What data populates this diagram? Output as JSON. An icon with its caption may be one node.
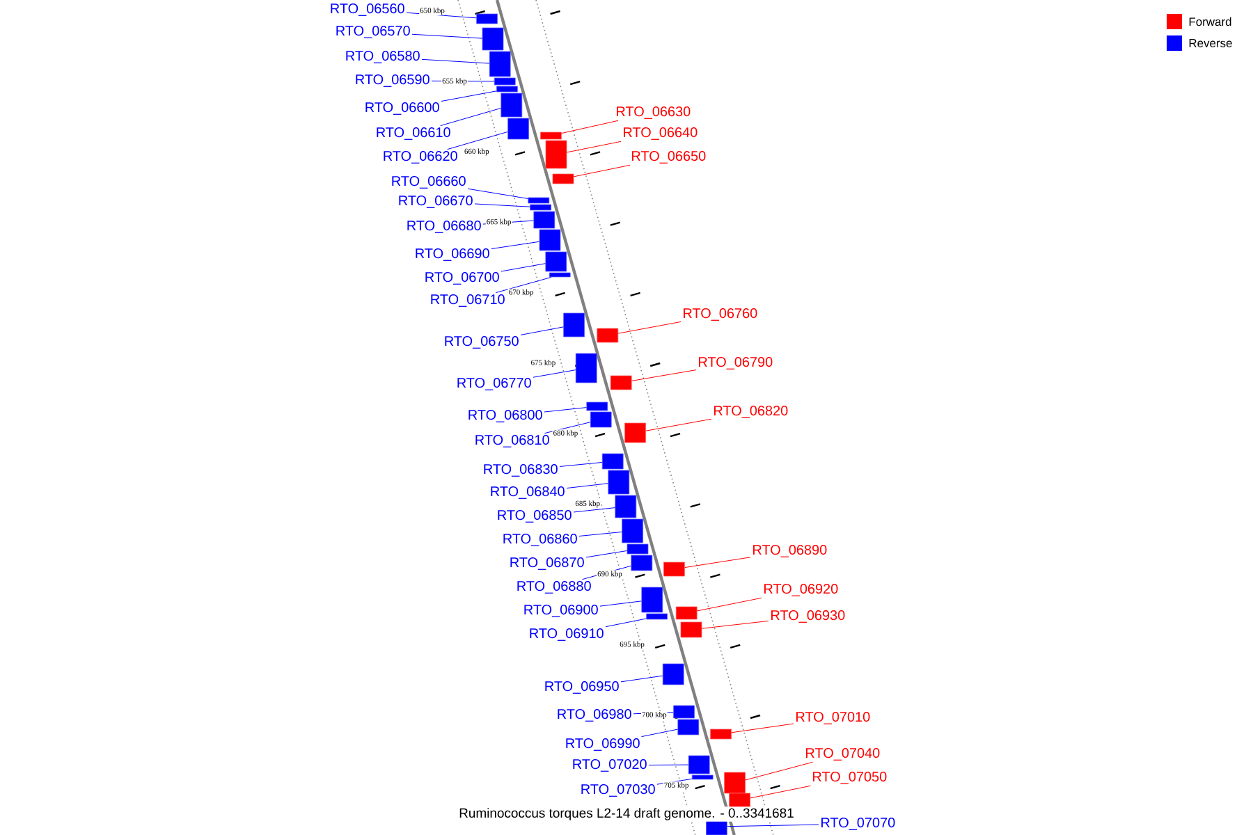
{
  "diagram": {
    "title": "Ruminococcus torques L2-14 draft genome. - 0..3341681",
    "nodes": [
      {
        "text": [
          "RTO_06560"
        ]
      },
      {
        "text": [],
        "shape": "bar"
      },
      {
        "text": [
          "RTO_06570"
        ]
      },
      {
        "text": [],
        "shape": "bar"
      },
      {
        "text": [
          "RTO_06580"
        ]
      },
      {
        "text": [],
        "shape": "bar"
      },
      {
        "text": [
          "RTO_06590"
        ]
      },
      {
        "text": [],
        "shape": "bar"
      },
      {
        "text": [
          "RTO_06600"
        ]
      },
      {
        "text": [],
        "shape": "bar"
      },
      {
        "text": [
          "RTO_06610"
        ]
      },
      {
        "text": [],
        "shape": "bar"
      },
      {
        "text": [
          "RTO_06620"
        ]
      },
      {
        "text": [],
        "shape": "bar"
      },
      {
        "text": [
          "RTO_06630"
        ]
      },
      {
        "text": [],
        "shape": "bar"
      },
      {
        "text": [
          "RTO_06640"
        ]
      },
      {
        "text": [],
        "shape": "bar"
      },
      {
        "text": [
          "RTO_06650"
        ]
      },
      {
        "text": [],
        "shape": "bar"
      },
      {
        "text": [
          "RTO_06660"
        ]
      },
      {
        "text": [],
        "shape": "bar"
      },
      {
        "text": [
          "RTO_06670"
        ]
      },
      {
        "text": [],
        "shape": "bar"
      },
      {
        "text": [
          "RTO_06680"
        ]
      },
      {
        "text": [],
        "shape": "bar"
      },
      {
        "text": [
          "RTO_06690"
        ]
      },
      {
        "text": [],
        "shape": "bar"
      },
      {
        "text": [
          "RTO_06700"
        ]
      },
      {
        "text": [],
        "shape": "bar"
      },
      {
        "text": [
          "RTO_06710"
        ]
      },
      {
        "text": [],
        "shape": "bar"
      },
      {
        "text": [
          "RTO_06750"
        ]
      },
      {
        "text": [],
        "shape": "bar"
      },
      {
        "text": [
          "RTO_06760"
        ]
      },
      {
        "text": [],
        "shape": "bar"
      },
      {
        "text": [
          "RTO_06770"
        ]
      },
      {
        "text": [],
        "shape": "bar"
      },
      {
        "text": [
          "RTO_06790"
        ]
      },
      {
        "text": [],
        "shape": "bar"
      },
      {
        "text": [
          "RTO_06800"
        ]
      },
      {
        "text": [],
        "shape": "bar"
      },
      {
        "text": [
          "RTO_06810"
        ]
      },
      {
        "text": [],
        "shape": "bar"
      },
      {
        "text": [
          "RTO_06820"
        ]
      },
      {
        "text": [],
        "shape": "bar"
      },
      {
        "text": [
          "RTO_06830"
        ]
      },
      {
        "text": [],
        "shape": "bar"
      },
      {
        "text": [
          "RTO_06840"
        ]
      },
      {
        "text": [],
        "shape": "bar"
      },
      {
        "text": [
          "RTO_06850"
        ]
      },
      {
        "text": [],
        "shape": "bar"
      },
      {
        "text": [
          "RTO_06860"
        ]
      },
      {
        "text": [],
        "shape": "bar"
      },
      {
        "text": [
          "RTO_06870"
        ]
      },
      {
        "text": [],
        "shape": "bar"
      },
      {
        "text": [
          "RTO_06880"
        ]
      },
      {
        "text": [],
        "shape": "bar"
      },
      {
        "text": [
          "RTO_06890"
        ]
      },
      {
        "text": [],
        "shape": "bar"
      },
      {
        "text": [
          "RTO_06900"
        ]
      },
      {
        "text": [],
        "shape": "bar"
      },
      {
        "text": [
          "RTO_06910"
        ]
      },
      {
        "text": [],
        "shape": "bar"
      },
      {
        "text": [
          "RTO_06920"
        ]
      },
      {
        "text": [],
        "shape": "bar"
      },
      {
        "text": [
          "RTO_06930"
        ]
      },
      {
        "text": [],
        "shape": "bar"
      },
      {
        "text": [
          "RTO_06950"
        ]
      },
      {
        "text": [],
        "shape": "bar"
      },
      {
        "text": [
          "RTO_06980"
        ]
      },
      {
        "text": [],
        "shape": "bar"
      },
      {
        "text": [
          "RTO_06990"
        ]
      },
      {
        "text": [],
        "shape": "bar"
      },
      {
        "text": [
          "RTO_07010"
        ]
      },
      {
        "text": [],
        "shape": "bar"
      },
      {
        "text": [
          "RTO_07020"
        ]
      },
      {
        "text": [],
        "shape": "bar"
      },
      {
        "text": [
          "RTO_07030"
        ]
      },
      {
        "text": [],
        "shape": "bar"
      },
      {
        "text": [
          "RTO_07040"
        ]
      },
      {
        "text": [],
        "shape": "bar"
      },
      {
        "text": [
          "RTO_07050"
        ]
      },
      {
        "text": [],
        "shape": "bar"
      },
      {
        "text": [
          "RTO_07070"
        ]
      },
      {
        "text": [],
        "shape": "bar"
      }
    ],
    "edges": [
      {
        "from": 0,
        "to": 1,
        "arrow": "none"
      },
      {
        "from": 2,
        "to": 3,
        "arrow": "none"
      },
      {
        "from": 4,
        "to": 5,
        "arrow": "none"
      },
      {
        "from": 6,
        "to": 7,
        "arrow": "none"
      },
      {
        "from": 8,
        "to": 9,
        "arrow": "none"
      },
      {
        "from": 10,
        "to": 11,
        "arrow": "none"
      },
      {
        "from": 12,
        "to": 13,
        "arrow": "none"
      },
      {
        "from": 14,
        "to": 15,
        "arrow": "none",
        "color": "#ff0000"
      },
      {
        "from": 16,
        "to": 17,
        "arrow": "none",
        "color": "#ff0000"
      },
      {
        "from": 18,
        "to": 19,
        "arrow": "none",
        "color": "#ff0000"
      },
      {
        "from": 20,
        "to": 21,
        "arrow": "none"
      },
      {
        "from": 22,
        "to": 23,
        "arrow": "none"
      },
      {
        "from": 24,
        "to": 25,
        "arrow": "none"
      },
      {
        "from": 26,
        "to": 27,
        "arrow": "none"
      },
      {
        "from": 28,
        "to": 29,
        "arrow": "none"
      },
      {
        "from": 30,
        "to": 31,
        "arrow": "none"
      },
      {
        "from": 32,
        "to": 33,
        "arrow": "none"
      },
      {
        "from": 34,
        "to": 35,
        "arrow": "none",
        "color": "#ff0000"
      },
      {
        "from": 36,
        "to": 37,
        "arrow": "none"
      },
      {
        "from": 38,
        "to": 39,
        "arrow": "none",
        "color": "#ff0000"
      },
      {
        "from": 40,
        "to": 41,
        "arrow": "none"
      },
      {
        "from": 42,
        "to": 43,
        "arrow": "none"
      },
      {
        "from": 44,
        "to": 45,
        "arrow": "none",
        "color": "#ff0000"
      },
      {
        "from": 46,
        "to": 47,
        "arrow": "none"
      },
      {
        "from": 48,
        "to": 49,
        "arrow": "none"
      },
      {
        "from": 50,
        "to": 51,
        "arrow": "none"
      },
      {
        "from": 52,
        "to": 53,
        "arrow": "none"
      },
      {
        "from": 54,
        "to": 55,
        "arrow": "none"
      },
      {
        "from": 56,
        "to": 57,
        "arrow": "none"
      },
      {
        "from": 58,
        "to": 59,
        "arrow": "none",
        "color": "#ff0000"
      },
      {
        "from": 60,
        "to": 61,
        "arrow": "none"
      },
      {
        "from": 62,
        "to": 63,
        "arrow": "none"
      },
      {
        "from": 64,
        "to": 65,
        "arrow": "none",
        "color": "#ff0000"
      },
      {
        "from": 66,
        "to": 67,
        "arrow": "none",
        "color": "#ff0000"
      },
      {
        "from": 68,
        "to": 69,
        "arrow": "none"
      },
      {
        "from": 70,
        "to": 71,
        "arrow": "none"
      },
      {
        "from": 72,
        "to": 73,
        "arrow": "none"
      },
      {
        "from": 74,
        "to": 75,
        "arrow": "none",
        "color": "#ff0000"
      },
      {
        "from": 76,
        "to": 77,
        "arrow": "none"
      },
      {
        "from": 78,
        "to": 79,
        "arrow": "none"
      },
      {
        "from": 80,
        "to": 81,
        "arrow": "none",
        "color": "#ff0000"
      },
      {
        "from": 82,
        "to": 83,
        "arrow": "none",
        "color": "#ff0000"
      },
      {
        "from": 84,
        "to": 85,
        "arrow": "none"
      }
    ],
    "labels": [
      "650 kbp",
      "655 kbp",
      "660 kbp",
      "665 kbp",
      "670 kbp",
      "675 kbp",
      "680 kbp",
      "685 kbp",
      "690 kbp",
      "695 kbp",
      "700 kbp",
      "705 kbp"
    ],
    "legend": [
      {
        "text": "Forward",
        "color": "#ff0000"
      },
      {
        "text": "Reverse",
        "color": "#0000ff"
      }
    ]
  }
}
